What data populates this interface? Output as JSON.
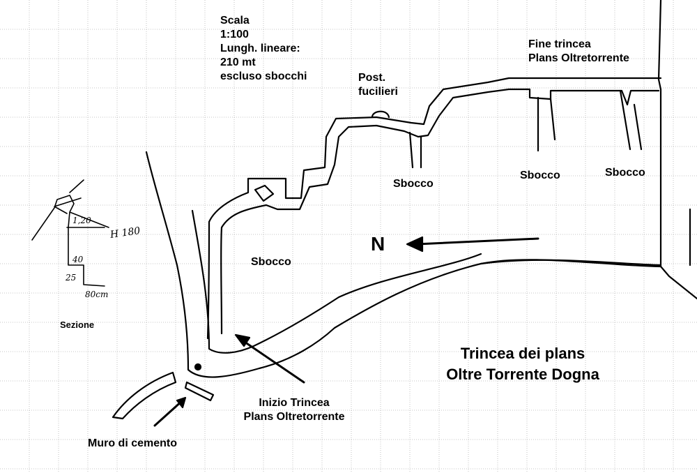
{
  "scale": {
    "lines": [
      "Scala",
      "1:100",
      "Lungh. lineare:",
      "210 mt",
      "escluso sbocchi"
    ]
  },
  "labels": {
    "post_fucilieri": [
      "Post.",
      "fucilieri"
    ],
    "fine_trincea": [
      "Fine trincea",
      "Plans Oltretorrente"
    ],
    "inizio_trincea": [
      "Inizio Trincea",
      "Plans Oltretorrente"
    ],
    "sbocco": "Sbocco",
    "north": "N",
    "muro": "Muro di cemento",
    "sezione": "Sezione"
  },
  "title": {
    "line1": "Trincea dei plans",
    "line2": "Oltre Torrente Dogna"
  },
  "section_dims": {
    "d1": "1,20",
    "d2": "H 180",
    "d3": "40",
    "d4": "25",
    "d5": "80cm"
  },
  "colors": {
    "ink": "#000000",
    "grid": "#b4b4b4",
    "paper": "#ffffff"
  }
}
